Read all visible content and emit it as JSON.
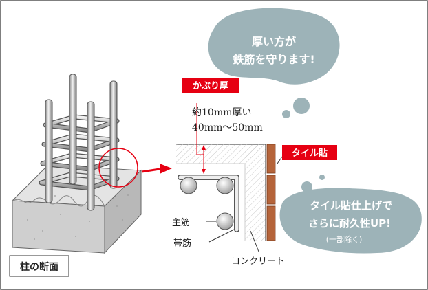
{
  "bubble_top": {
    "line1": "厚い方が",
    "line2": "鉄筋を守ります!"
  },
  "bubble_right": {
    "line1": "タイル貼仕上げで",
    "line2": "さらに耐久性UP!",
    "line3": "(一部除く)"
  },
  "labels": {
    "cover_depth_tag": "かぶり厚",
    "cover_approx": "約10mm厚い",
    "cover_range": "40mm〜50mm",
    "tile_tag": "タイル貼",
    "main_rebar": "主筋",
    "hoop_rebar": "帯筋",
    "concrete": "コンクリート",
    "caption": "柱の断面"
  },
  "colors": {
    "bubble_fill": "#9db3b8",
    "tag_red": "#e60012",
    "tile_brown": "#b5643a",
    "zoom_circle": "#e60012",
    "arrow": "#e60012"
  }
}
